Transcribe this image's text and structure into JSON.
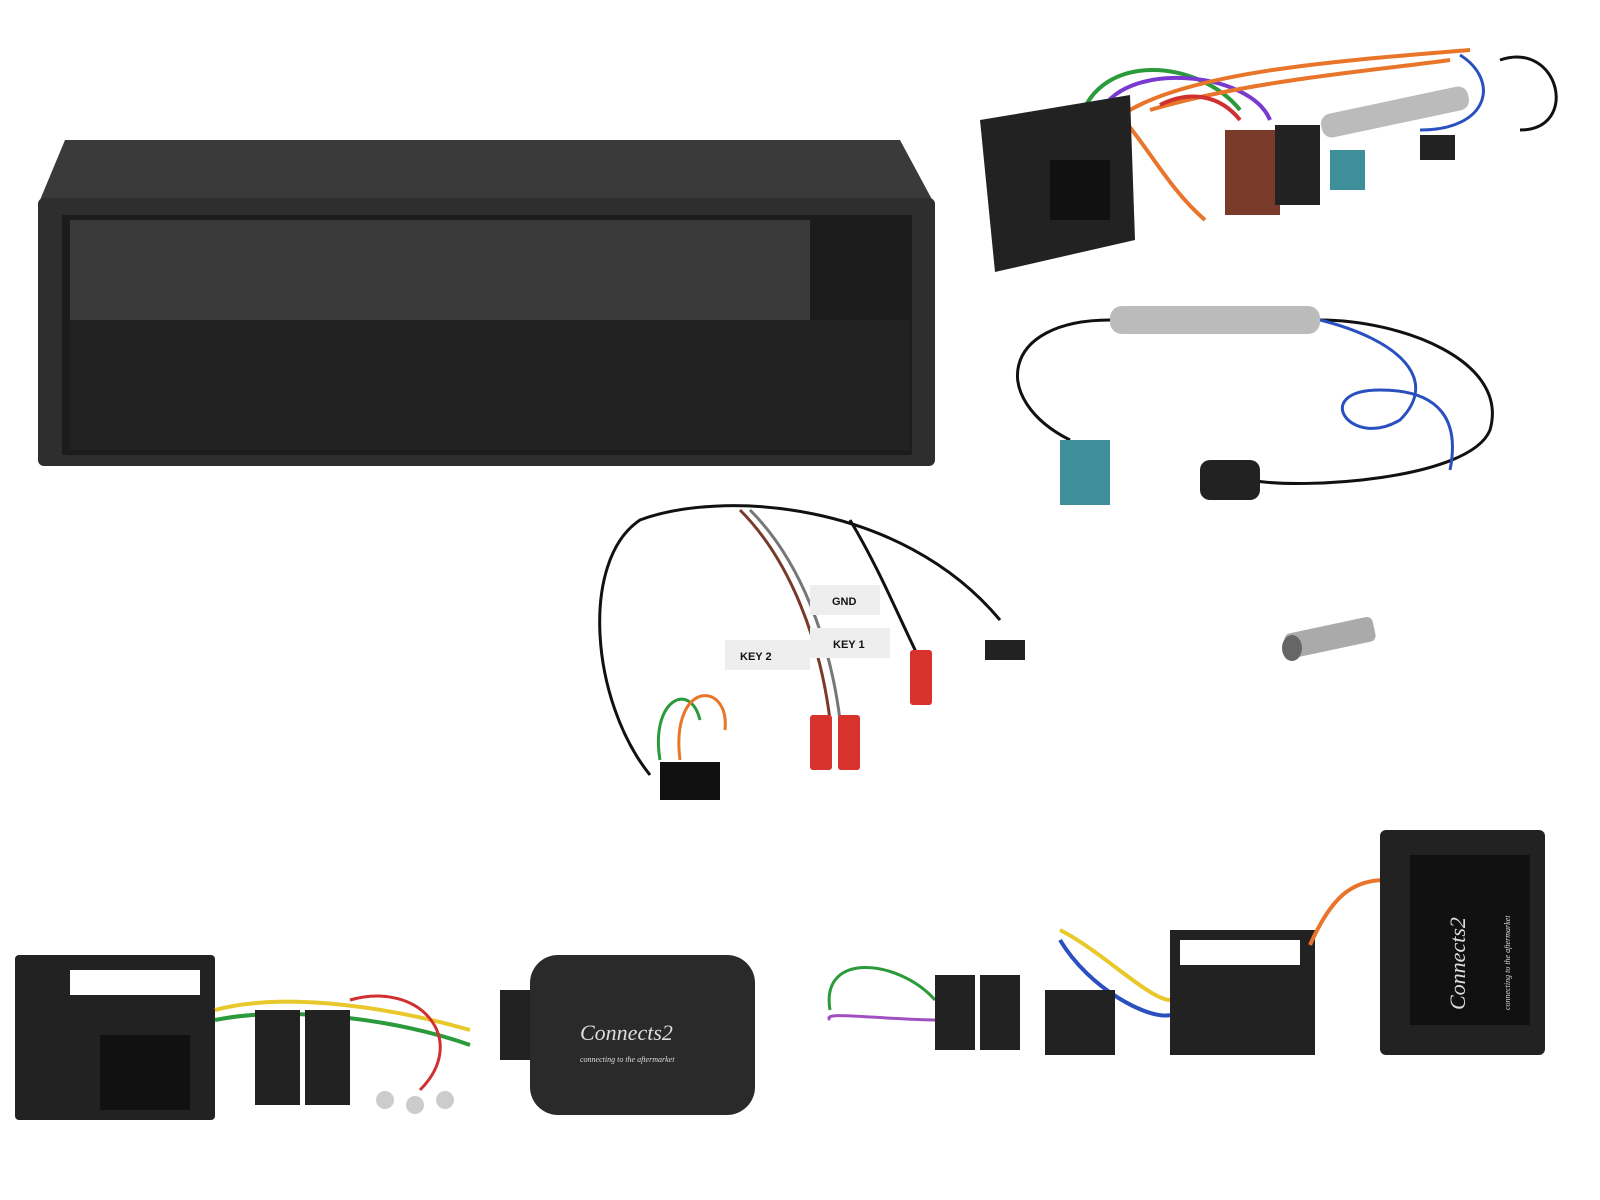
{
  "labels": {
    "gnd": "GND",
    "key1": "KEY 1",
    "key2": "KEY 2"
  },
  "logo": {
    "brand": "Connects2",
    "tagline": "connecting to the aftermarket"
  },
  "colors": {
    "background": "#ffffff",
    "plastic": "#2a2a2a",
    "fakra": "#3e8f9a",
    "iso_brown": "#7a3a2a",
    "connector_red": "#d8322c"
  }
}
